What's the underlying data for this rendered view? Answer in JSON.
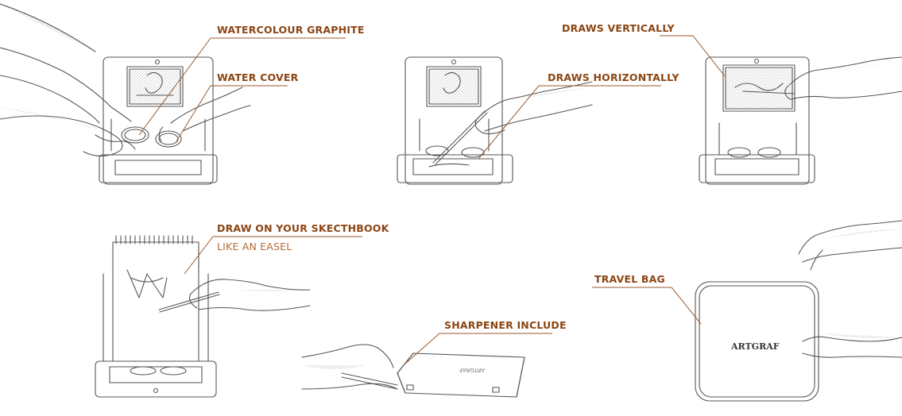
{
  "labels": {
    "watercolour_graphite": "WATERCOLOUR GRAPHITE",
    "water_cover": "WATER COVER",
    "draws_horizontally": "DRAWS HORIZONTALLY",
    "draws_vertically": "DRAWS VERTICALLY",
    "draw_on_sketchbook": "DRAW ON YOUR SKECTHBOOK",
    "like_an_easel": "LIKE AN EASEL",
    "sharpener_include": "SHARPENER INCLUDE",
    "travel_bag": "TRAVEL BAG"
  },
  "brand": {
    "logo_text": "ARTGRAF",
    "logo_text_reversed": "ARTGRAF"
  },
  "colors": {
    "label": "#8b4513",
    "label_light": "#b46b3a",
    "leader_line": "#9b5a2d",
    "sketch": "#555555"
  },
  "icons": [
    "hand-illustration",
    "easel-box-illustration",
    "sketchbook-illustration",
    "travel-bag-illustration"
  ]
}
